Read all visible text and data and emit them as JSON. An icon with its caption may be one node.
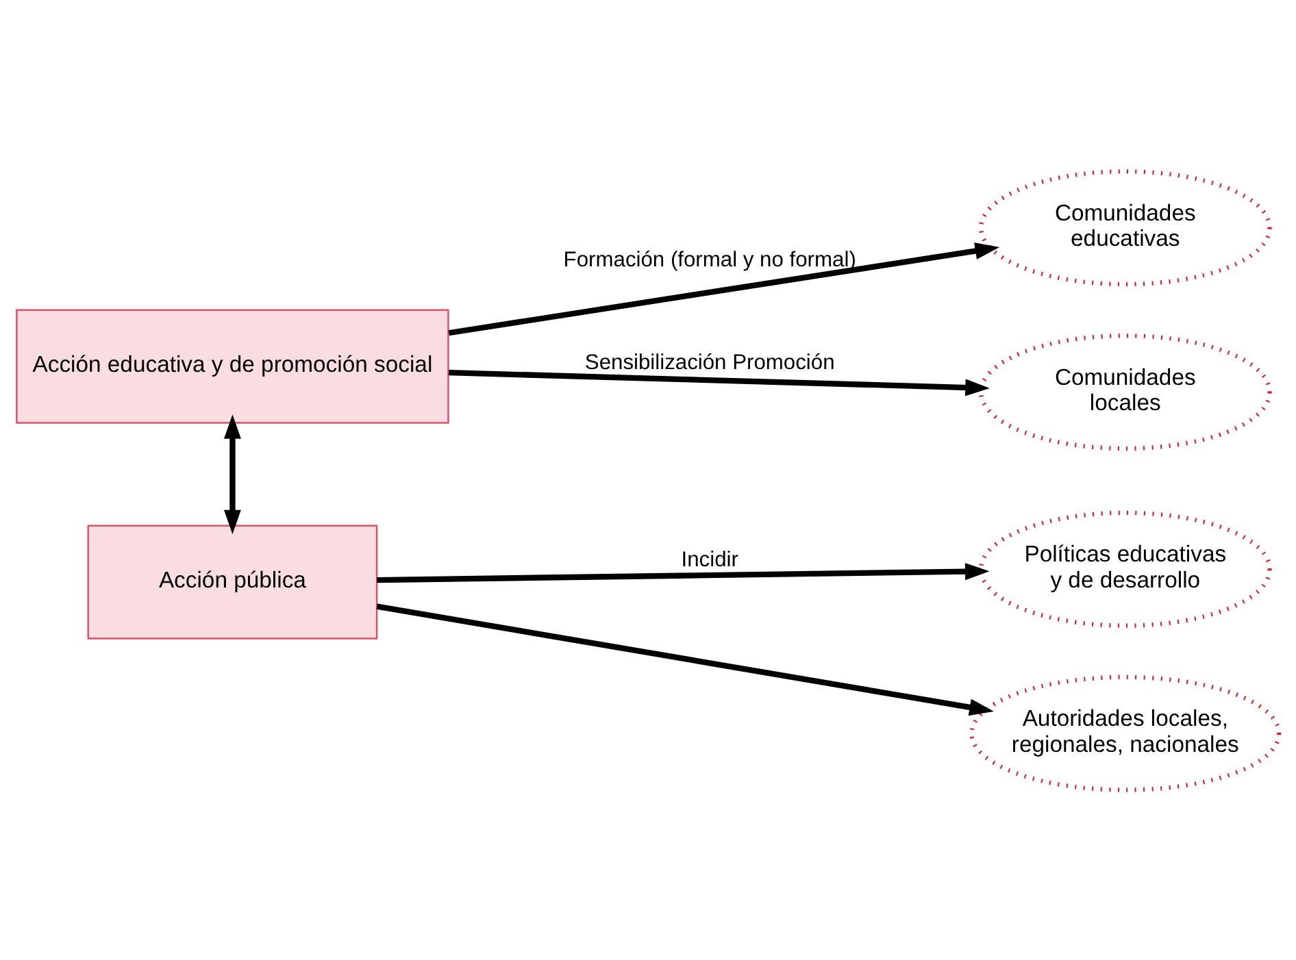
{
  "diagram": {
    "nodes": [
      {
        "text": [
          "Acción educativa y de promoción social"
        ]
      },
      {
        "text": [
          "Comunidades educativas"
        ]
      },
      {
        "text": [
          "Comunidades locales"
        ]
      },
      {
        "text": [
          "Acción pública"
        ]
      },
      {
        "text": [
          "Políticas educativas y de desarrollo"
        ]
      },
      {
        "text": [
          "Autoridades locales, regionales, nacionales"
        ]
      }
    ],
    "edges": [
      {
        "from": 0,
        "to": 1,
        "arrow": "to",
        "label": "Formación (formal y no formal)"
      },
      {
        "from": 0,
        "to": 2,
        "arrow": "to",
        "label": "Sensibilización Promoción"
      },
      {
        "from": 0,
        "to": 3,
        "arrow": "both"
      },
      {
        "from": 3,
        "to": 4,
        "arrow": "to",
        "label": "Incidir"
      },
      {
        "from": 3,
        "to": 5,
        "arrow": "to"
      }
    ]
  }
}
